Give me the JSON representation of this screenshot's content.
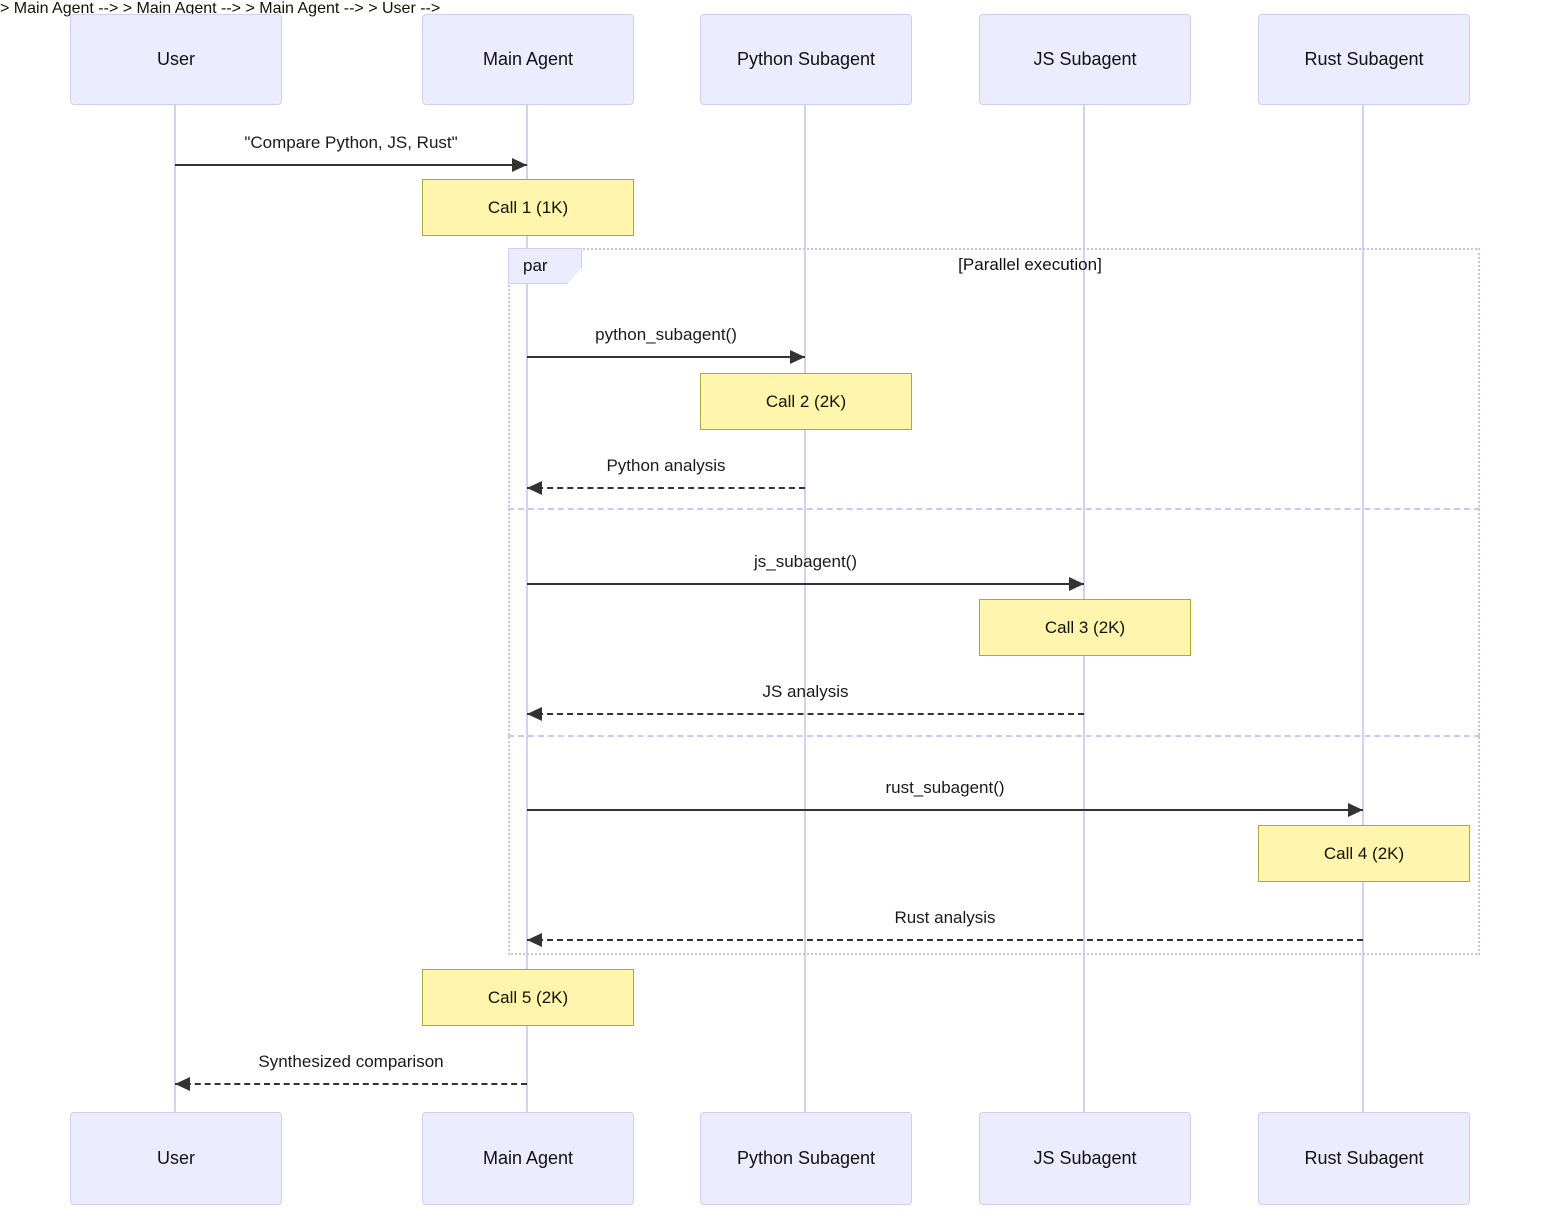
{
  "diagram_type": "sequence",
  "actors": [
    {
      "name": "User"
    },
    {
      "name": "Main Agent"
    },
    {
      "name": "Python Subagent"
    },
    {
      "name": "JS Subagent"
    },
    {
      "name": "Rust Subagent"
    }
  ],
  "messages": [
    {
      "from": "User",
      "to": "Main Agent",
      "label": "\"Compare Python, JS, Rust\"",
      "style": "solid"
    },
    {
      "from": "Main Agent",
      "to": "Python Subagent",
      "label": "python_subagent()",
      "style": "solid"
    },
    {
      "from": "Python Subagent",
      "to": "Main Agent",
      "label": "Python analysis",
      "style": "dashed"
    },
    {
      "from": "Main Agent",
      "to": "JS Subagent",
      "label": "js_subagent()",
      "style": "solid"
    },
    {
      "from": "JS Subagent",
      "to": "Main Agent",
      "label": "JS analysis",
      "style": "dashed"
    },
    {
      "from": "Main Agent",
      "to": "Rust Subagent",
      "label": "rust_subagent()",
      "style": "solid"
    },
    {
      "from": "Rust Subagent",
      "to": "Main Agent",
      "label": "Rust analysis",
      "style": "dashed"
    },
    {
      "from": "Main Agent",
      "to": "User",
      "label": "Synthesized comparison",
      "style": "dashed"
    }
  ],
  "notes": [
    {
      "over": "Main Agent",
      "label": "Call 1 (1K)"
    },
    {
      "over": "Python Subagent",
      "label": "Call 2 (2K)"
    },
    {
      "over": "JS Subagent",
      "label": "Call 3 (2K)"
    },
    {
      "over": "Rust Subagent",
      "label": "Call 4 (2K)"
    },
    {
      "over": "Main Agent",
      "label": "Call 5 (2K)"
    }
  ],
  "par_frame": {
    "tag": "par",
    "condition": "[Parallel execution]"
  },
  "colors": {
    "actor_fill": "#ececff",
    "actor_border": "#cfcef2",
    "note_fill": "#fff5ad",
    "note_border": "#aaaa33",
    "lifeline": "#d6d0ee",
    "frame_border": "#c7c1ef",
    "message_line": "#333333",
    "background": "#ffffff"
  }
}
